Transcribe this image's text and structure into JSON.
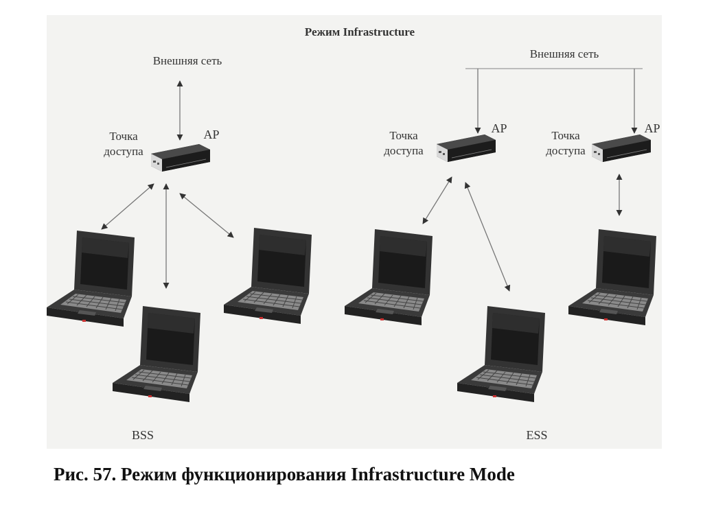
{
  "diagram": {
    "title": "Режим Infrastructure",
    "bss": {
      "external_network": "Внешняя сеть",
      "access_point_label": [
        "Точка",
        "доступа"
      ],
      "ap": "AP",
      "group_label": "BSS"
    },
    "ess": {
      "external_network": "Внешняя сеть",
      "access_points": [
        {
          "label": [
            "Точка",
            "доступа"
          ],
          "ap": "AP"
        },
        {
          "label": [
            "Точка",
            "доступа"
          ],
          "ap": "AP"
        }
      ],
      "group_label": "ESS"
    }
  },
  "caption": "Рис. 57. Режим функционирования Infrastructure Mode",
  "colors": {
    "panel": "#f3f3f1",
    "device": "#2e2e2e",
    "line": "#777777"
  }
}
